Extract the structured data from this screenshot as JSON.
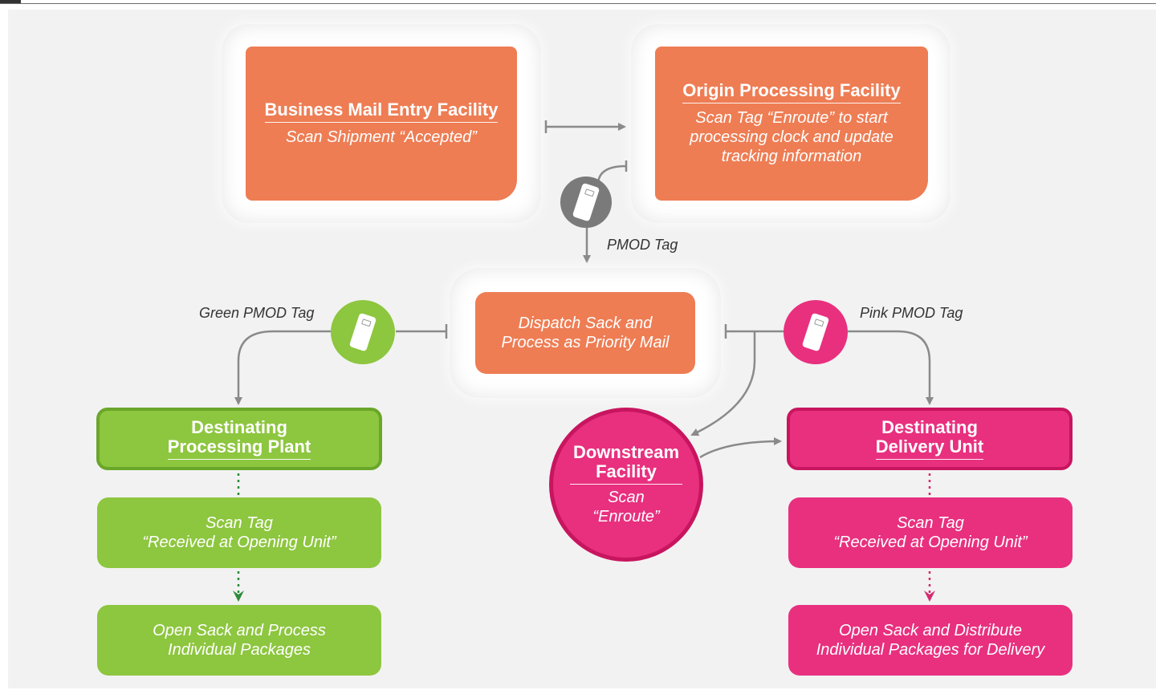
{
  "diagram": {
    "business_mail": {
      "title": "Business Mail Entry Facility",
      "subtitle": "Scan Shipment “Accepted”"
    },
    "origin": {
      "title": "Origin Processing Facility",
      "subtitle_lines": [
        "Scan Tag “Enroute” to start",
        "processing clock and update",
        "tracking information"
      ]
    },
    "pmod_tag_label": "PMOD Tag",
    "dispatch": {
      "lines": [
        "Dispatch Sack and",
        "Process as Priority Mail"
      ]
    },
    "green_tag_label": "Green PMOD Tag",
    "pink_tag_label": "Pink PMOD Tag",
    "dest_plant": {
      "title_lines": [
        "Destinating",
        "Processing Plant"
      ]
    },
    "scan_received_left": {
      "lines": [
        "Scan Tag",
        "“Received at Opening Unit”"
      ]
    },
    "open_sack_left": {
      "lines": [
        "Open Sack and Process",
        "Individual Packages"
      ]
    },
    "downstream": {
      "title_lines": [
        "Downstream",
        "Facility"
      ],
      "sub_lines": [
        "Scan",
        "“Enroute”"
      ]
    },
    "dest_delivery": {
      "title_lines": [
        "Destinating",
        "Delivery Unit"
      ]
    },
    "scan_received_right": {
      "lines": [
        "Scan Tag",
        "“Received at Opening Unit”"
      ]
    },
    "open_sack_right": {
      "lines": [
        "Open Sack and Distribute",
        "Individual Packages for Delivery"
      ]
    }
  },
  "colors": {
    "orange": "#ee7d54",
    "green": "#8dc63f",
    "dark_green": "#6aa62a",
    "pink": "#e8307f",
    "dark_pink": "#c8155f",
    "gray": "#7a7a7a",
    "arrow": "#8a8a8a"
  },
  "icons": {
    "pmod": "tag-icon",
    "green_pmod": "tag-icon",
    "pink_pmod": "tag-icon"
  }
}
